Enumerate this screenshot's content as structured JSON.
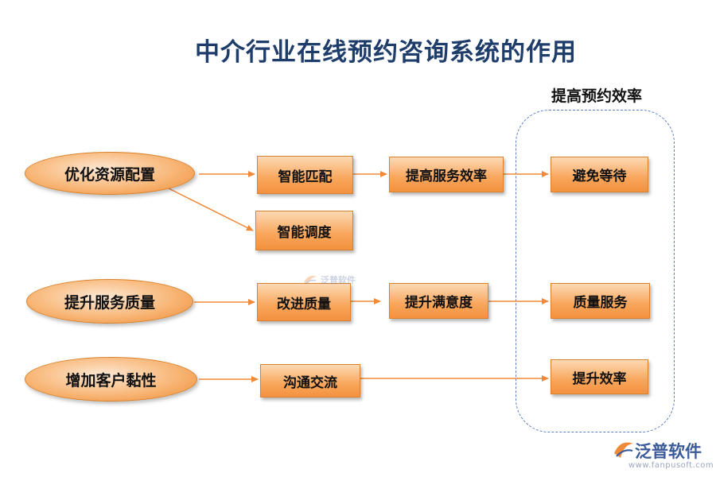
{
  "title": "中介行业在线预约咨询系统的作用",
  "group_label": "提高预约效率",
  "causes": [
    {
      "label": "优化资源配置"
    },
    {
      "label": "提升服务质量"
    },
    {
      "label": "增加客户黏性"
    }
  ],
  "nodes": {
    "smart_match": "智能匹配",
    "smart_dispatch": "智能调度",
    "improve_service_efficiency": "提高服务效率",
    "avoid_waiting": "避免等待",
    "improve_quality": "改进质量",
    "improve_satisfaction": "提升满意度",
    "quality_service": "质量服务",
    "communication": "沟通交流",
    "improve_efficiency": "提升效率"
  },
  "watermark": {
    "brand": "泛普软件",
    "url": "www.fanpusoft.com"
  },
  "colors": {
    "title": "#1f3d6b",
    "node_fill": "#f8a65b",
    "arrow": "#f08a3a",
    "group_border": "#5b7fc4"
  }
}
